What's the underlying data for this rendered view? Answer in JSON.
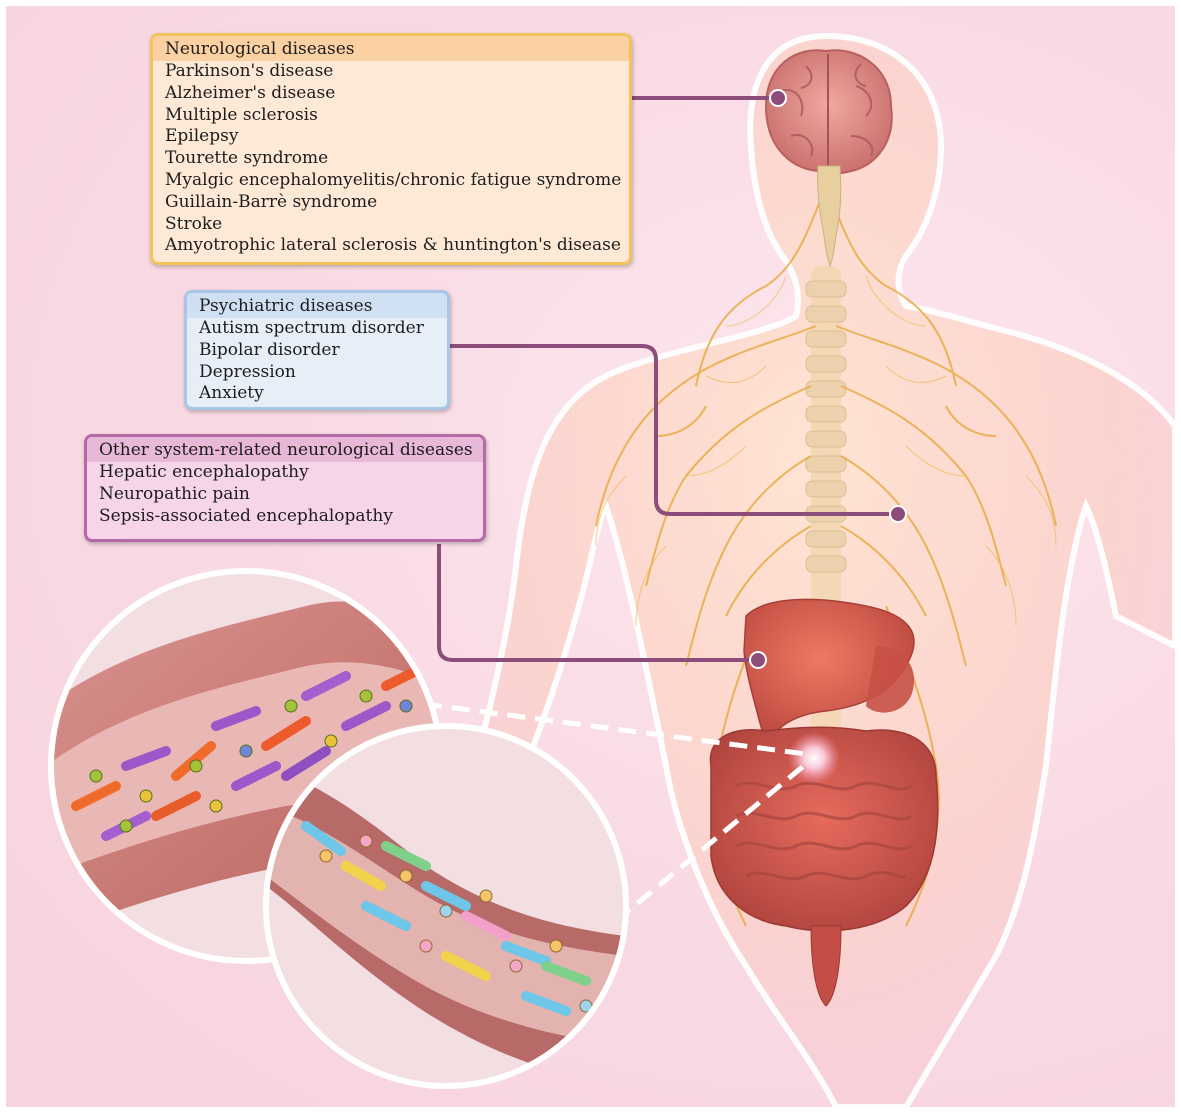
{
  "boxes": {
    "neurological": {
      "title": "Neurological diseases",
      "items": [
        "Parkinson's disease",
        "Alzheimer's disease",
        "Multiple sclerosis",
        "Epilepsy",
        "Tourette syndrome",
        "Myalgic encephalomyelitis/chronic fatigue syndrome",
        "Guillain-Barrè syndrome",
        "Stroke",
        "Amyotrophic lateral sclerosis & huntington's disease"
      ]
    },
    "psychiatric": {
      "title": "Psychiatric diseases",
      "items": [
        "Autism spectrum disorder",
        "Bipolar disorder",
        "Depression",
        "Anxiety"
      ]
    },
    "other": {
      "title": "Other system-related neurological diseases",
      "items": [
        "Hepatic encephalopathy",
        "Neuropathic pain",
        "Sepsis-associated encephalopathy"
      ]
    }
  },
  "colors": {
    "connector": "#8c4d7a",
    "neuro_border": "#f2c25b",
    "psych_border": "#a9c6e6",
    "other_border": "#b56aa8"
  }
}
